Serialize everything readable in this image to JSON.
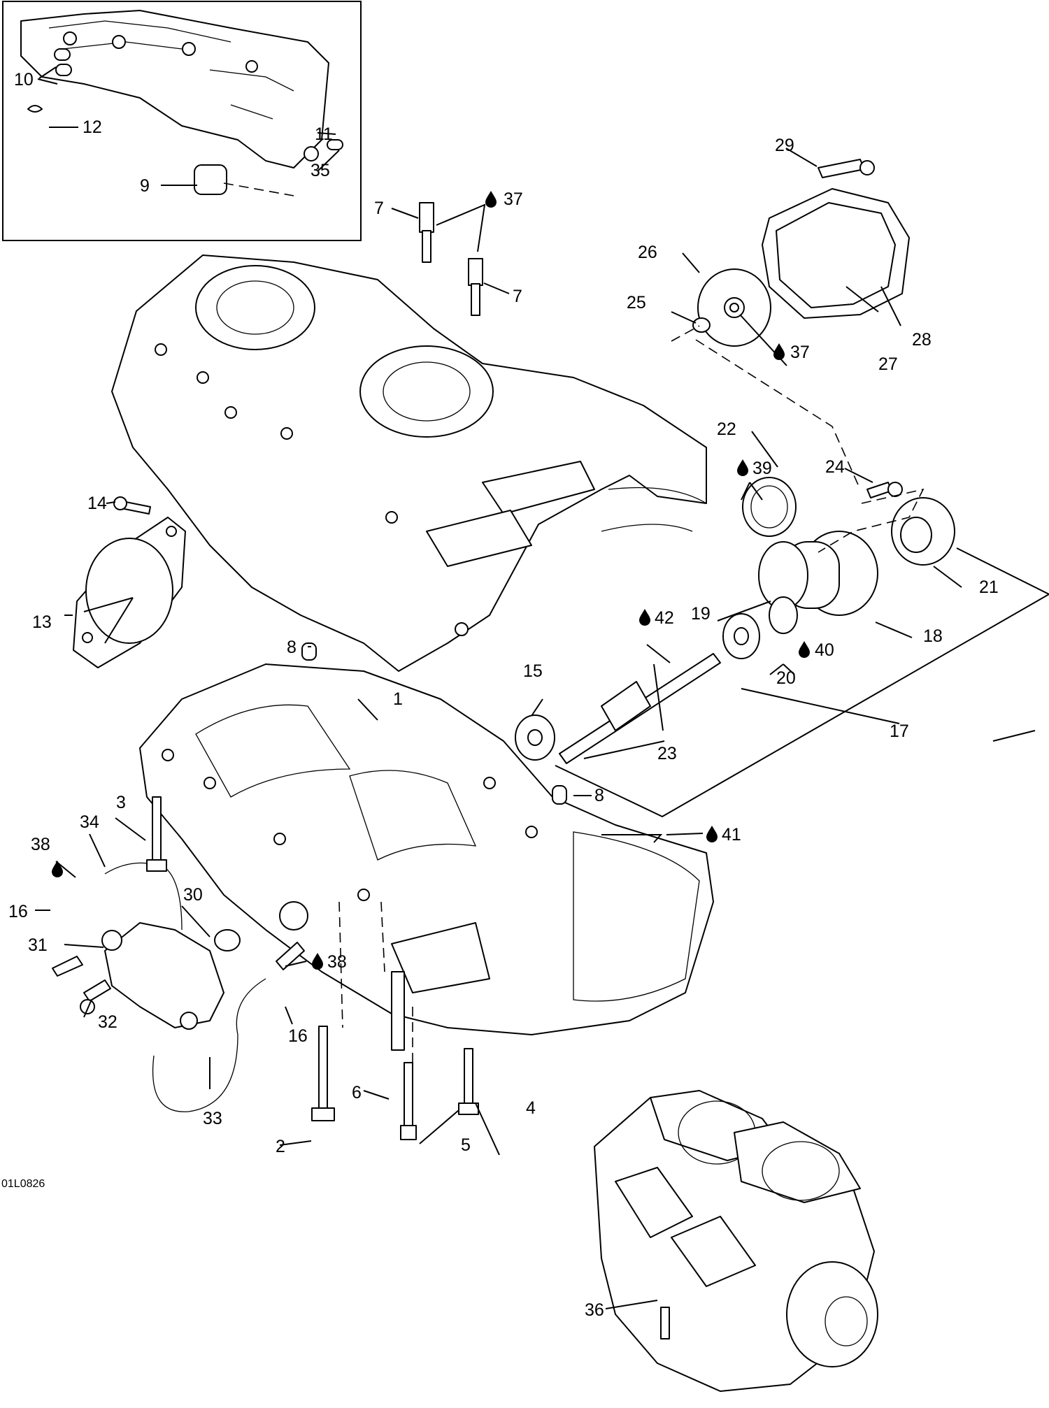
{
  "figure": {
    "drawing_code": "01L0826",
    "labels": {
      "p1": "1",
      "p2": "2",
      "p3": "3",
      "p4": "4",
      "p5": "5",
      "p6": "6",
      "p7a": "7",
      "p7b": "7",
      "p8a": "8",
      "p8b": "8",
      "p9": "9",
      "p10": "10",
      "p11": "11",
      "p12": "12",
      "p13": "13",
      "p14": "14",
      "p15": "15",
      "p16a": "16",
      "p16b": "16",
      "p17": "17",
      "p18": "18",
      "p19": "19",
      "p20": "20",
      "p21": "21",
      "p22": "22",
      "p23": "23",
      "p24": "24",
      "p25": "25",
      "p26": "26",
      "p27": "27",
      "p28": "28",
      "p29": "29",
      "p30": "30",
      "p31": "31",
      "p32": "32",
      "p33": "33",
      "p34": "34",
      "p35": "35",
      "p36": "36",
      "s37a": "37",
      "s37b": "37",
      "s38a": "38",
      "s38b": "38",
      "s39": "39",
      "s40": "40",
      "s41": "41",
      "s42": "42"
    },
    "icons": {
      "lubricant": "oil-drop-icon"
    }
  }
}
